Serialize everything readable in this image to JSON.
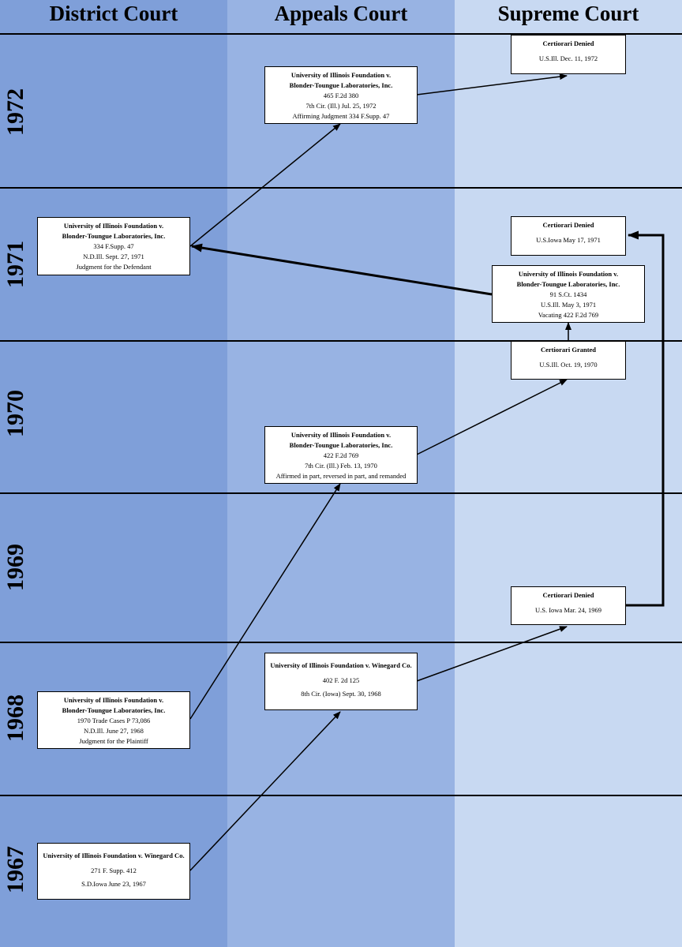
{
  "columns": {
    "district": "District Court",
    "appeals": "Appeals Court",
    "supreme": "Supreme Court"
  },
  "years": [
    "1972",
    "1971",
    "1970",
    "1969",
    "1968",
    "1967"
  ],
  "cases": {
    "ca_1972": {
      "title1": "University of Illinois Foundation v.",
      "title2": "Blonder-Toungue Laboratories, Inc.",
      "cite": "465 F.2d 380",
      "court_date": "7th Cir. (Ill.) Jul. 25, 1972",
      "note": "Affirming Judgment 334 F.Supp. 47"
    },
    "sc_1972_denied": {
      "title": "Certiorari Denied",
      "court_date": "U.S.Ill. Dec. 11, 1972"
    },
    "dc_1971": {
      "title1": "University of Illinois Foundation v.",
      "title2": "Blonder-Toungue Laboratories, Inc.",
      "cite": "334 F.Supp. 47",
      "court_date": "N.D.Ill. Sept. 27, 1971",
      "note": "Judgment for the Defendant"
    },
    "sc_1971_denied": {
      "title": "Certiorari Denied",
      "court_date": "U.S.Iowa May 17, 1971"
    },
    "sc_1971_decision": {
      "title1": "University of Illinois Foundation v.",
      "title2": "Blonder-Toungue Laboratories, Inc.",
      "cite": "91 S.Ct. 1434",
      "court_date": "U.S.Ill. May 3, 1971",
      "note": "Vacating 422 F.2d 769"
    },
    "sc_1970_granted": {
      "title": "Certiorari Granted",
      "court_date": "U.S.Ill. Oct. 19, 1970"
    },
    "ca_1970": {
      "title1": "University of Illinois Foundation v.",
      "title2": "Blonder-Toungue Laboratories, Inc.",
      "cite": "422 F.2d 769",
      "court_date": "7th Cir. (Ill.) Feb. 13, 1970",
      "note": "Affirmed in part, reversed in part, and remanded"
    },
    "sc_1969_denied": {
      "title": "Certiorari Denied",
      "court_date": "U.S. Iowa Mar. 24, 1969"
    },
    "ca_1968": {
      "title": "University of Illinois Foundation v. Winegard Co.",
      "cite": "402 F. 2d 125",
      "court_date": "8th Cir. (Iowa) Sept. 30, 1968"
    },
    "dc_1968": {
      "title1": "University of Illinois Foundation v.",
      "title2": "Blonder-Toungue Laboratories, Inc.",
      "cite": "1970 Trade Cases P 73,086",
      "court_date": "N.D.Ill. June 27, 1968",
      "note": "Judgment for the Plaintiff"
    },
    "dc_1967": {
      "title": "University of Illinois Foundation v. Winegard Co.",
      "cite": "271 F. Supp. 412",
      "court_date": "S.D.Iowa June 23, 1967"
    }
  },
  "colors": {
    "district_bg": "#7f9fd9",
    "appeals_bg": "#98b3e3",
    "supreme_bg": "#c8d9f2"
  }
}
